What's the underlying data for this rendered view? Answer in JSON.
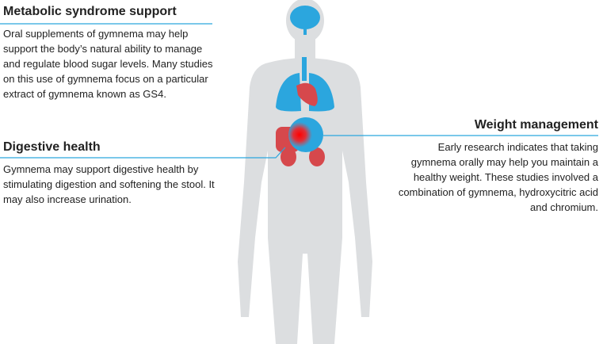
{
  "sections": {
    "metabolic": {
      "title": "Metabolic syndrome support",
      "text": "Oral supplements of gymnema may help support the body’s natural ability to manage and regulate blood sugar levels. Many studies on this use of gymnema focus on a particular extract of gymnema known as GS4."
    },
    "digestive": {
      "title": "Digestive health",
      "text": "Gymnema may support digestive health by stimulating digestion and softening the stool. It may also increase urination."
    },
    "weight": {
      "title": "Weight management",
      "text": "Early research indicates that taking gymnema orally may help you maintain a healthy weight. These studies involved a combination of gymnema, hydroxycitric acid and chromium."
    }
  },
  "colors": {
    "body": "#dcdee0",
    "organ_blue": "#2ba6de",
    "organ_red": "#d6484c",
    "line": "#2ba6de"
  }
}
